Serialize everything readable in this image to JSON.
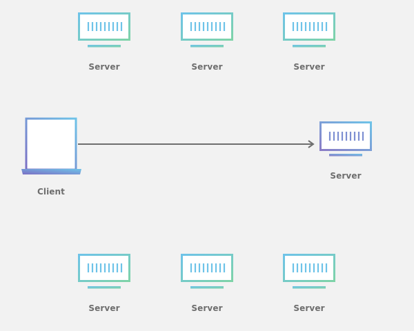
{
  "colors": {
    "background": "#f2f2f2",
    "server_teal_start": "#6ec3e8",
    "server_teal_end": "#7ed3a8",
    "active_server_purple": "#8a7cc6",
    "active_server_blue": "#6ec3e8",
    "client_purple": "#7b6fc4",
    "client_blue": "#6ec3e8",
    "connection_line": "#6e6e6e",
    "label_text": "#6e6e6e"
  },
  "icons": {
    "server": "server-monitor-icon",
    "client": "laptop-icon",
    "connection": "arrow-right-icon"
  },
  "servers_top": [
    {
      "label": "Server"
    },
    {
      "label": "Server"
    },
    {
      "label": "Server"
    }
  ],
  "servers_bottom": [
    {
      "label": "Server"
    },
    {
      "label": "Server"
    },
    {
      "label": "Server"
    }
  ],
  "client": {
    "label": "Client"
  },
  "target_server": {
    "label": "Server"
  }
}
